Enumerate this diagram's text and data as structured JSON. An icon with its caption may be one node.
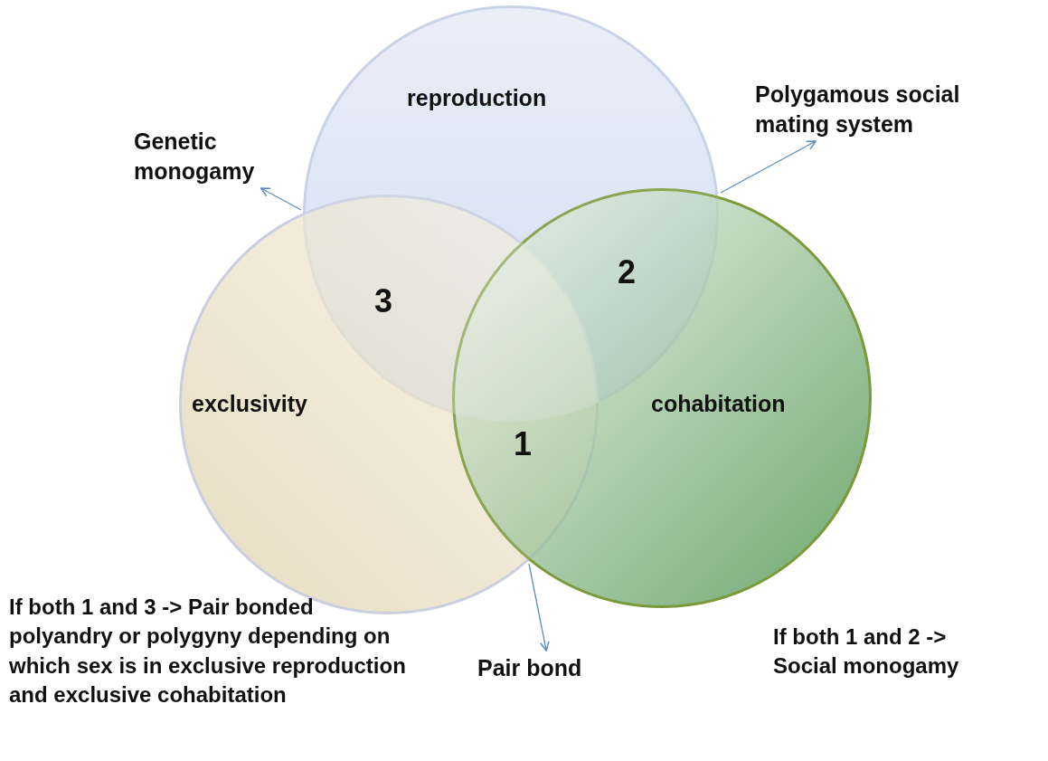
{
  "diagram": {
    "nodes": [
      {
        "text": [
          "reproduction"
        ]
      },
      {
        "text": [
          "exclusivity"
        ]
      },
      {
        "text": [
          "cohabitation"
        ]
      },
      {
        "text": [
          "Genetic monogamy"
        ]
      },
      {
        "text": [
          "Polygamous social mating system"
        ]
      },
      {
        "text": [
          "Pair bond"
        ]
      },
      {
        "text": [
          "3"
        ]
      },
      {
        "text": [
          "2"
        ]
      },
      {
        "text": [
          "1"
        ]
      }
    ],
    "edges": [
      {
        "from": 6,
        "to": 3,
        "arrow": "to"
      },
      {
        "from": 7,
        "to": 4,
        "arrow": "to"
      },
      {
        "from": 8,
        "to": 5,
        "arrow": "to"
      }
    ],
    "labels": [
      "If both 1 and 3 -> Pair bonded polyandry or polygyny depending on which sex is in exclusive reproduction and exclusive cohabitation",
      "If both 1 and 2 -> Social monogamy"
    ]
  }
}
